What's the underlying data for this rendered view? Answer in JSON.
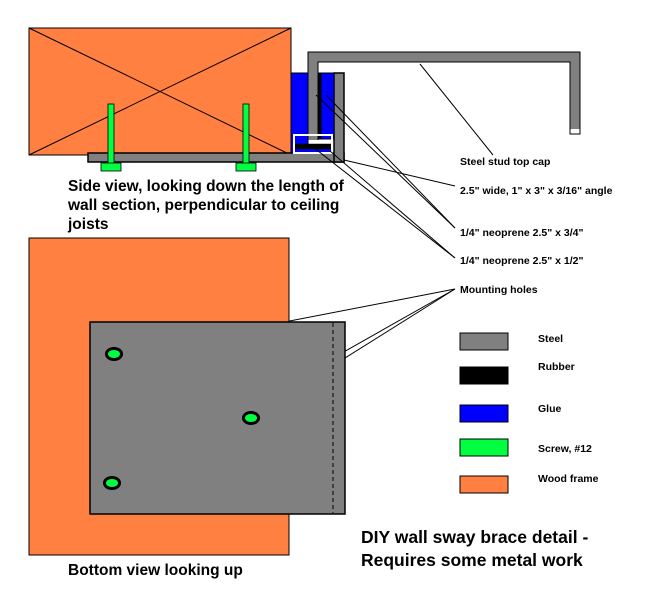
{
  "colors": {
    "steel": "#808080",
    "rubber": "#000000",
    "glue": "#0000ff",
    "screw": "#00ff40",
    "wood_frame": "#ff8040",
    "outline": "#000000"
  },
  "side_view": {
    "caption": "Side view, looking down the length of wall section, perpendicular to ceiling joists"
  },
  "bottom_view": {
    "caption": "Bottom view looking up"
  },
  "callouts": {
    "steel_stud_top_cap": "Steel stud top cap",
    "angle": "2.5\" wide, 1\" x 3\" x 3/16\" angle",
    "neoprene_3_4": "1/4\" neoprene 2.5\" x 3/4\"",
    "neoprene_1_2": "1/4\" neoprene 2.5\" x 1/2\"",
    "mounting_holes": "Mounting holes"
  },
  "legend": [
    {
      "label": "Steel",
      "color": "#808080",
      "icon": "steel-swatch"
    },
    {
      "label": "Rubber",
      "color": "#000000",
      "icon": "rubber-swatch"
    },
    {
      "label": "Glue",
      "color": "#0000ff",
      "icon": "glue-swatch"
    },
    {
      "label": "Screw, #12",
      "color": "#00ff40",
      "icon": "screw-swatch"
    },
    {
      "label": "Wood frame",
      "color": "#ff8040",
      "icon": "wood-frame-swatch"
    }
  ],
  "title": {
    "line1": "DIY wall sway brace detail -",
    "line2": "Requires some metal work"
  }
}
